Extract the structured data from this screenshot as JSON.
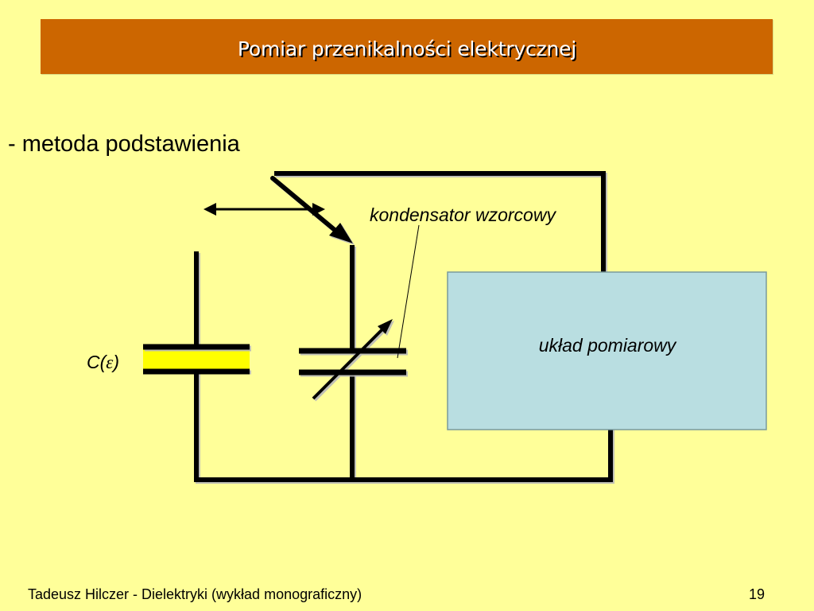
{
  "slide": {
    "title": "Pomiar przenikalności elektrycznej",
    "subtitle": "- metoda podstawienia",
    "background_color": "#FFFF99",
    "title_bar_color": "#CC6600"
  },
  "diagram": {
    "capacitor_label_prefix": "C(",
    "capacitor_label_symbol": "ε",
    "capacitor_label_suffix": ")",
    "reference_capacitor_label": "kondensator wzorcowy",
    "measurement_unit_label": "układ pomiarowy",
    "capacitor_fill_color": "#FFFF00",
    "measurement_box_color": "#B9DEE1"
  },
  "footer": {
    "author_text": "Tadeusz Hilczer - Dielektryki (wykład monograficzny)",
    "page_number": "19"
  }
}
